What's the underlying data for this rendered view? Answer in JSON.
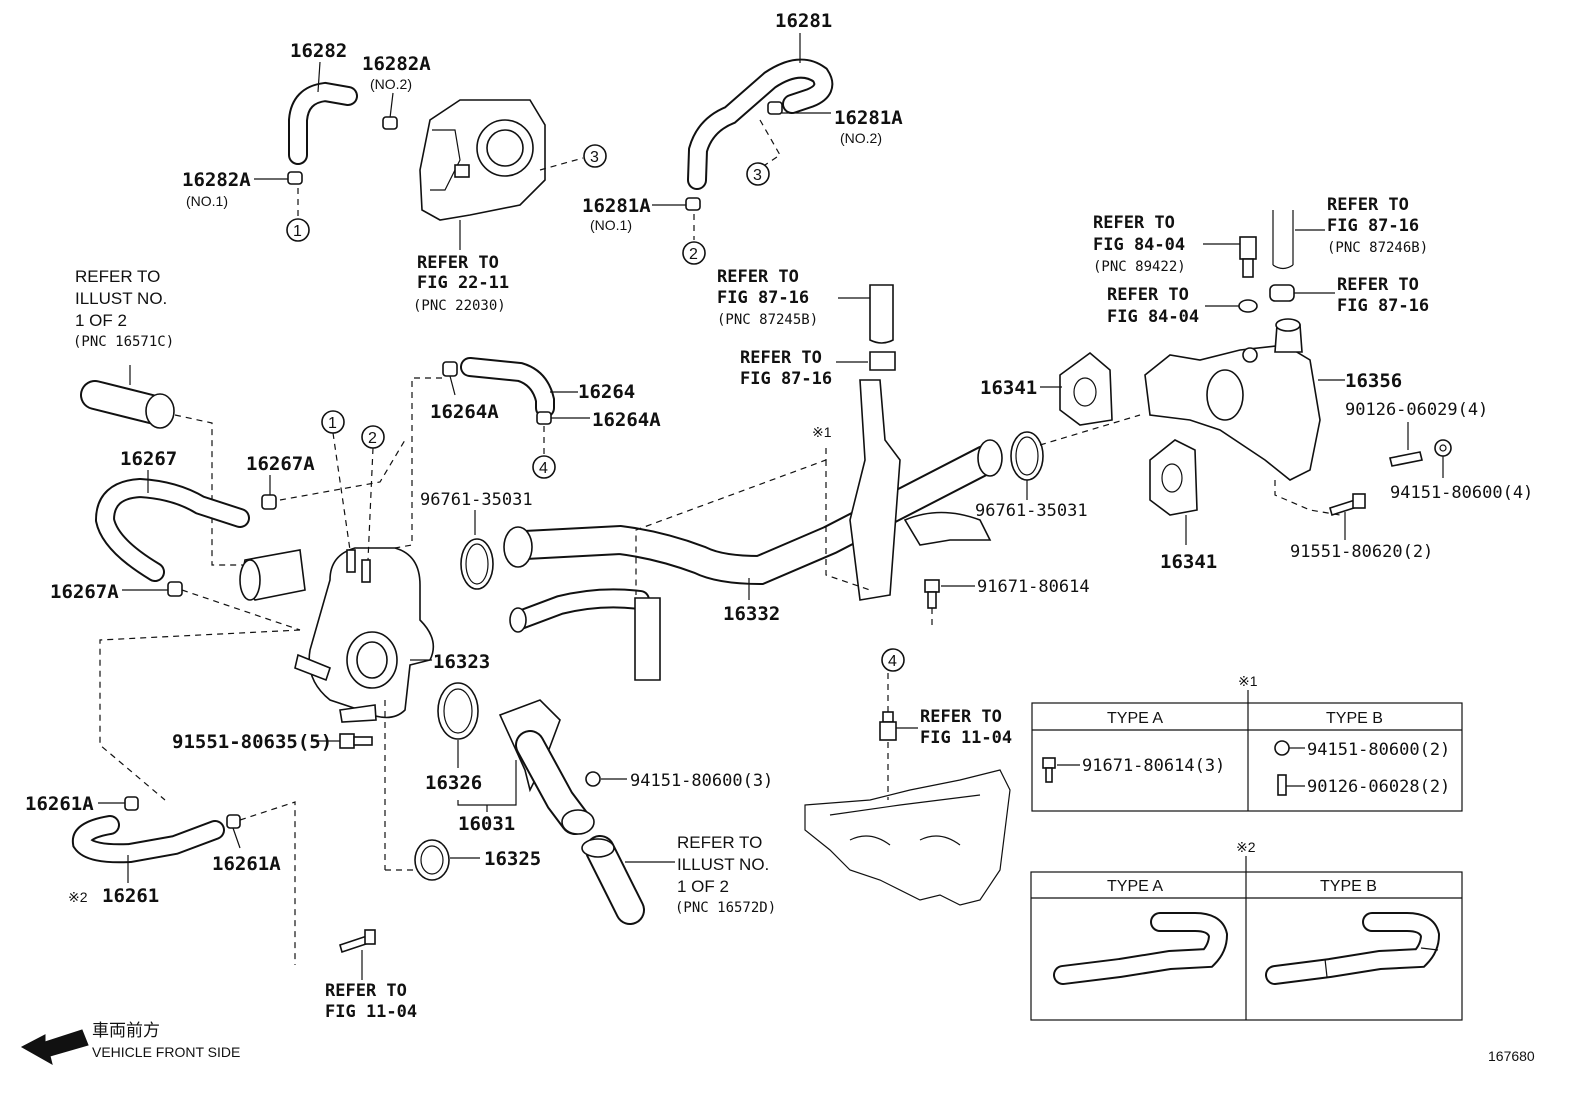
{
  "callouts": {
    "p16282": "16282",
    "p16282A_no2": "16282A",
    "no2_a": "(NO.2)",
    "p16282A_no1": "16282A",
    "no1_a": "(NO.1)",
    "p16281": "16281",
    "p16281A_no2": "16281A",
    "no2_b": "(NO.2)",
    "p16281A_no1": "16281A",
    "no1_b": "(NO.1)",
    "p16264": "16264",
    "p16264A_left": "16264A",
    "p16264A_right": "16264A",
    "p16267": "16267",
    "p16267A_top": "16267A",
    "p16267A_left": "16267A",
    "p16323": "16323",
    "p16332": "16332",
    "p16341_top": "16341",
    "p16341_bottom": "16341",
    "p16356": "16356",
    "p16326": "16326",
    "p16031": "16031",
    "p16325": "16325",
    "p16261A_left": "16261A",
    "p16261A_right": "16261A",
    "p16261": "16261",
    "note2_mark": "※2",
    "note1_mark": "※1",
    "gasket_left": "96761-35031",
    "gasket_right": "96761-35031",
    "bolt_91671": "91671-80614",
    "bolt_91551_635": "91551-80635(5)",
    "nut_94151_3": "94151-80600(3)",
    "stud_90126_4": "90126-06029(4)",
    "nut_94151_4": "94151-80600(4)",
    "bolt_91551_620": "91551-80620(2)"
  },
  "circles": [
    "1",
    "2",
    "3",
    "1",
    "2",
    "3",
    "4",
    "4"
  ],
  "refs": {
    "r_fig2211": [
      "REFER TO",
      "FIG 22-11",
      "(PNC 22030)"
    ],
    "r_illust1": [
      "REFER TO",
      "ILLUST NO.",
      "1 OF 2",
      "(PNC 16571C)"
    ],
    "r_fig8716_b": [
      "REFER TO",
      "FIG 87-16",
      "(PNC 87245B)"
    ],
    "r_fig8716_c": [
      "REFER TO",
      "FIG 87-16"
    ],
    "r_fig8404_a": [
      "REFER TO",
      "FIG 84-04",
      "(PNC 89422)"
    ],
    "r_fig8404_b": [
      "REFER TO",
      "FIG 84-04"
    ],
    "r_fig8716_top": [
      "REFER TO",
      "FIG 87-16",
      "(PNC 87246B)"
    ],
    "r_fig8716_r": [
      "REFER TO",
      "FIG 87-16"
    ],
    "r_fig1104_a": [
      "REFER TO",
      "FIG 11-04"
    ],
    "r_fig1104_b": [
      "REFER TO",
      "FIG 11-04"
    ],
    "r_illust2": [
      "REFER TO",
      "ILLUST NO.",
      "1 OF 2",
      "(PNC 16572D)"
    ]
  },
  "table1": {
    "mark": "※1",
    "type_a": "TYPE A",
    "type_b": "TYPE B",
    "a_part": "91671-80614(3)",
    "b_part1": "94151-80600(2)",
    "b_part2": "90126-06028(2)"
  },
  "table2": {
    "mark": "※2",
    "type_a": "TYPE A",
    "type_b": "TYPE B"
  },
  "front": {
    "jp": "車両前方",
    "en": "VEHICLE FRONT SIDE"
  },
  "figure_number": "167680"
}
